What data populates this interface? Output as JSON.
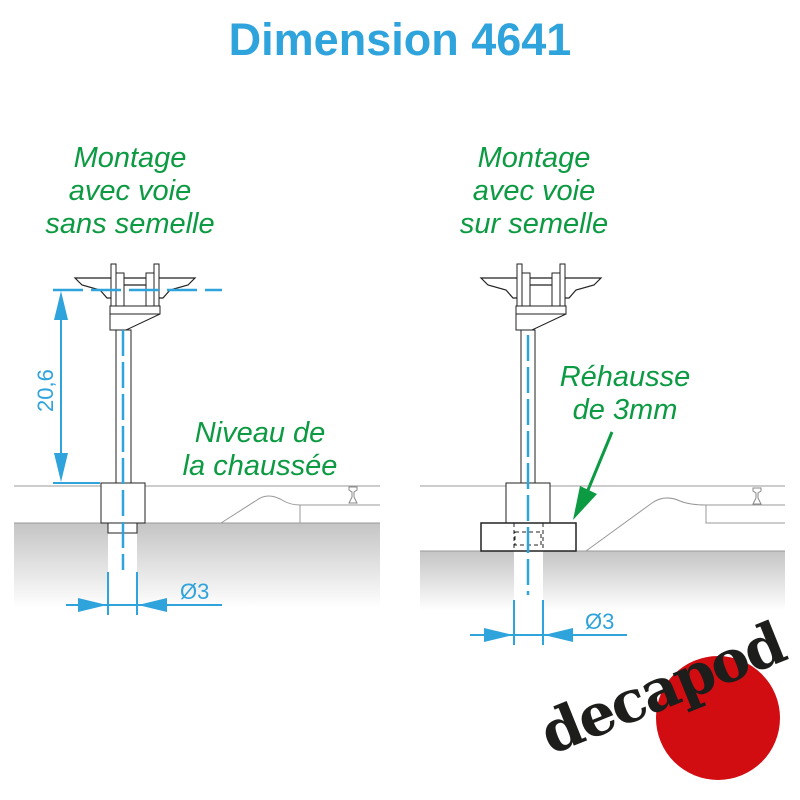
{
  "title": "Dimension 4641",
  "left": {
    "caption": [
      "Montage",
      "avec voie",
      "sans semelle"
    ],
    "height_label": "20,6",
    "road_label": [
      "Niveau de",
      "la chaussée"
    ],
    "diameter_label": "Ø3"
  },
  "right": {
    "caption": [
      "Montage",
      "avec voie",
      "sur semelle"
    ],
    "riser_label": [
      "Réhausse",
      "de 3mm"
    ],
    "diameter_label": "Ø3"
  },
  "logo": {
    "text": "decapod"
  },
  "colors": {
    "title": "#2fa3dc",
    "notes": "#0c9a42",
    "dimension": "#2fa3dc",
    "logo_red": "#d10d12",
    "logo_text": "#1d1d1b"
  }
}
